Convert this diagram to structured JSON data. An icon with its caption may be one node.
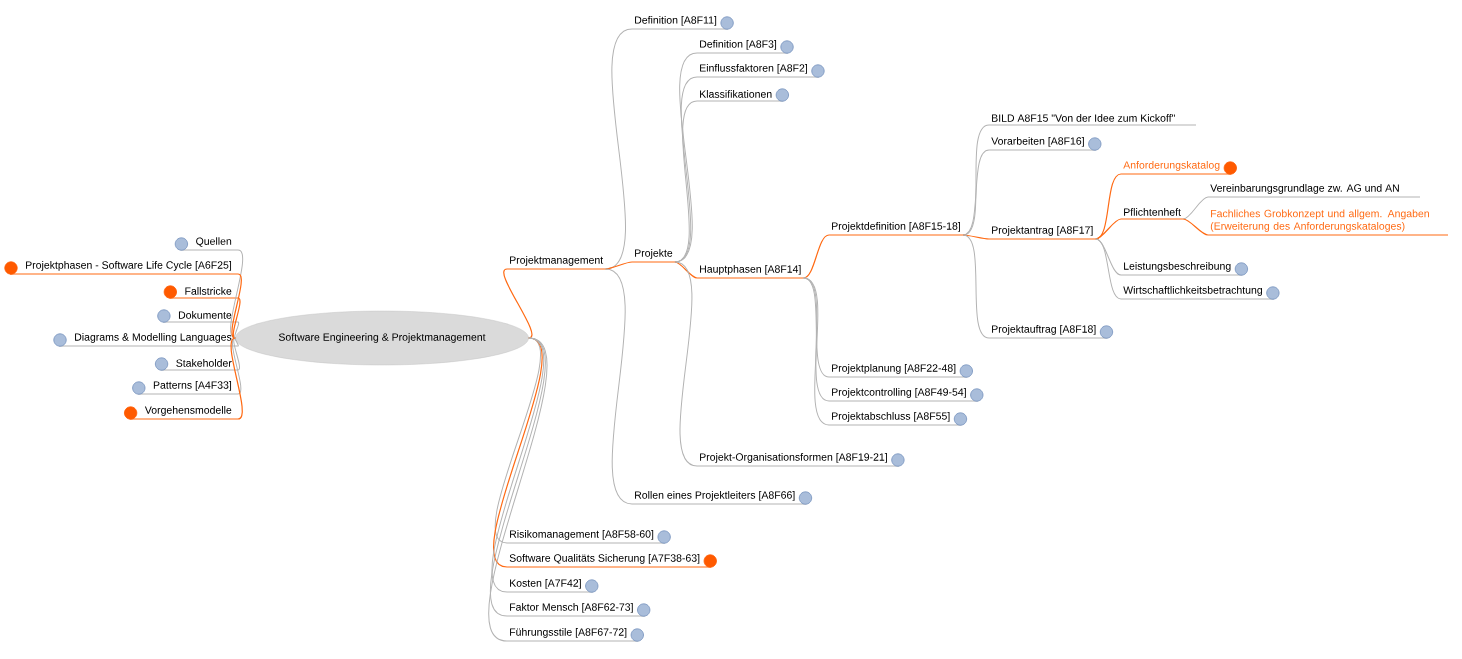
{
  "diagram": {
    "nodes": [
      {
        "text": [
          "Software Engineering & Projektmanagement"
        ]
      },
      {
        "text": [
          "Quellen"
        ]
      },
      {
        "text": [
          "Projektphasen - Software Life Cycle [A6F25]"
        ]
      },
      {
        "text": [
          "Fallstricke"
        ]
      },
      {
        "text": [
          "Dokumente"
        ]
      },
      {
        "text": [
          "Diagrams & Modelling Languages"
        ]
      },
      {
        "text": [
          "Stakeholder"
        ]
      },
      {
        "text": [
          "Patterns [A4F33]"
        ]
      },
      {
        "text": [
          "Vorgehensmodelle"
        ]
      },
      {
        "text": [
          "Projektmanagement"
        ]
      },
      {
        "text": [
          "Definition [A8F11]"
        ]
      },
      {
        "text": [
          "Projekte"
        ]
      },
      {
        "text": [
          "Definition [A8F3]"
        ]
      },
      {
        "text": [
          "Einflussfaktoren [A8F2]"
        ]
      },
      {
        "text": [
          "Klassifikationen"
        ]
      },
      {
        "text": [
          "Hauptphasen [A8F14]"
        ]
      },
      {
        "text": [
          "Projektdefinition [A8F15-18]"
        ]
      },
      {
        "text": [
          "BILD A8F15 \"Von der Idee zum Kickoff\""
        ]
      },
      {
        "text": [
          "Vorarbeiten [A8F16]"
        ]
      },
      {
        "text": [
          "Projektantrag [A8F17]"
        ]
      },
      {
        "text": [
          "Anforderungskatalog"
        ]
      },
      {
        "text": [
          "Pflichtenheft"
        ]
      },
      {
        "text": [
          "Vereinbarungsgrundlage zw. AG und AN"
        ]
      },
      {
        "text": [
          "Fachliches Grobkonzept und allgem. Angaben (Erweiterung des Anforderungskataloges)"
        ]
      },
      {
        "text": [
          "Leistungsbeschreibung"
        ]
      },
      {
        "text": [
          "Wirtschaftlichkeitsbetrachtung"
        ]
      },
      {
        "text": [
          "Projektauftrag [A8F18]"
        ]
      },
      {
        "text": [
          "Projektplanung [A8F22-48]"
        ]
      },
      {
        "text": [
          "Projektcontrolling [A8F49-54]"
        ]
      },
      {
        "text": [
          "Projektabschluss [A8F55]"
        ]
      },
      {
        "text": [
          "Projekt-Organisationsformen [A8F19-21]"
        ]
      },
      {
        "text": [
          "Rollen eines Projektleiters [A8F66]"
        ]
      },
      {
        "text": [
          "Risikomanagement [A8F58-60]"
        ]
      },
      {
        "text": [
          "Software Qualitäts Sicherung [A7F38-63]"
        ]
      },
      {
        "text": [
          "Kosten [A7F42]"
        ]
      },
      {
        "text": [
          "Faktor Mensch [A8F62-73]"
        ]
      },
      {
        "text": [
          "Führungsstile [A8F67-72]"
        ]
      }
    ],
    "edges": [
      {
        "from": 0,
        "to": 1,
        "arrow": "none"
      },
      {
        "from": 0,
        "to": 2,
        "arrow": "none",
        "color": "#ff6a13"
      },
      {
        "from": 0,
        "to": 3,
        "arrow": "none",
        "color": "#ff6a13"
      },
      {
        "from": 0,
        "to": 4,
        "arrow": "none"
      },
      {
        "from": 0,
        "to": 5,
        "arrow": "none"
      },
      {
        "from": 0,
        "to": 6,
        "arrow": "none"
      },
      {
        "from": 0,
        "to": 7,
        "arrow": "none"
      },
      {
        "from": 0,
        "to": 8,
        "arrow": "none",
        "color": "#ff6a13"
      },
      {
        "from": 0,
        "to": 9,
        "arrow": "none",
        "color": "#ff6a13"
      },
      {
        "from": 9,
        "to": 10,
        "arrow": "none"
      },
      {
        "from": 9,
        "to": 11,
        "arrow": "none",
        "color": "#ff6a13"
      },
      {
        "from": 11,
        "to": 12,
        "arrow": "none"
      },
      {
        "from": 11,
        "to": 13,
        "arrow": "none"
      },
      {
        "from": 11,
        "to": 14,
        "arrow": "none"
      },
      {
        "from": 11,
        "to": 15,
        "arrow": "none",
        "color": "#ff6a13"
      },
      {
        "from": 15,
        "to": 16,
        "arrow": "none",
        "color": "#ff6a13"
      },
      {
        "from": 16,
        "to": 17,
        "arrow": "none"
      },
      {
        "from": 16,
        "to": 18,
        "arrow": "none"
      },
      {
        "from": 16,
        "to": 19,
        "arrow": "none",
        "color": "#ff6a13"
      },
      {
        "from": 19,
        "to": 20,
        "arrow": "none",
        "color": "#ff6a13"
      },
      {
        "from": 19,
        "to": 21,
        "arrow": "none",
        "color": "#ff6a13"
      },
      {
        "from": 21,
        "to": 22,
        "arrow": "none"
      },
      {
        "from": 21,
        "to": 23,
        "arrow": "none",
        "color": "#ff6a13"
      },
      {
        "from": 19,
        "to": 24,
        "arrow": "none"
      },
      {
        "from": 19,
        "to": 25,
        "arrow": "none"
      },
      {
        "from": 16,
        "to": 26,
        "arrow": "none"
      },
      {
        "from": 15,
        "to": 27,
        "arrow": "none"
      },
      {
        "from": 15,
        "to": 28,
        "arrow": "none"
      },
      {
        "from": 15,
        "to": 29,
        "arrow": "none"
      },
      {
        "from": 11,
        "to": 30,
        "arrow": "none"
      },
      {
        "from": 9,
        "to": 31,
        "arrow": "none"
      },
      {
        "from": 0,
        "to": 32,
        "arrow": "none"
      },
      {
        "from": 0,
        "to": 33,
        "arrow": "none",
        "color": "#ff6a13"
      },
      {
        "from": 0,
        "to": 34,
        "arrow": "none"
      },
      {
        "from": 0,
        "to": 35,
        "arrow": "none"
      },
      {
        "from": 0,
        "to": 36,
        "arrow": "none"
      }
    ]
  }
}
